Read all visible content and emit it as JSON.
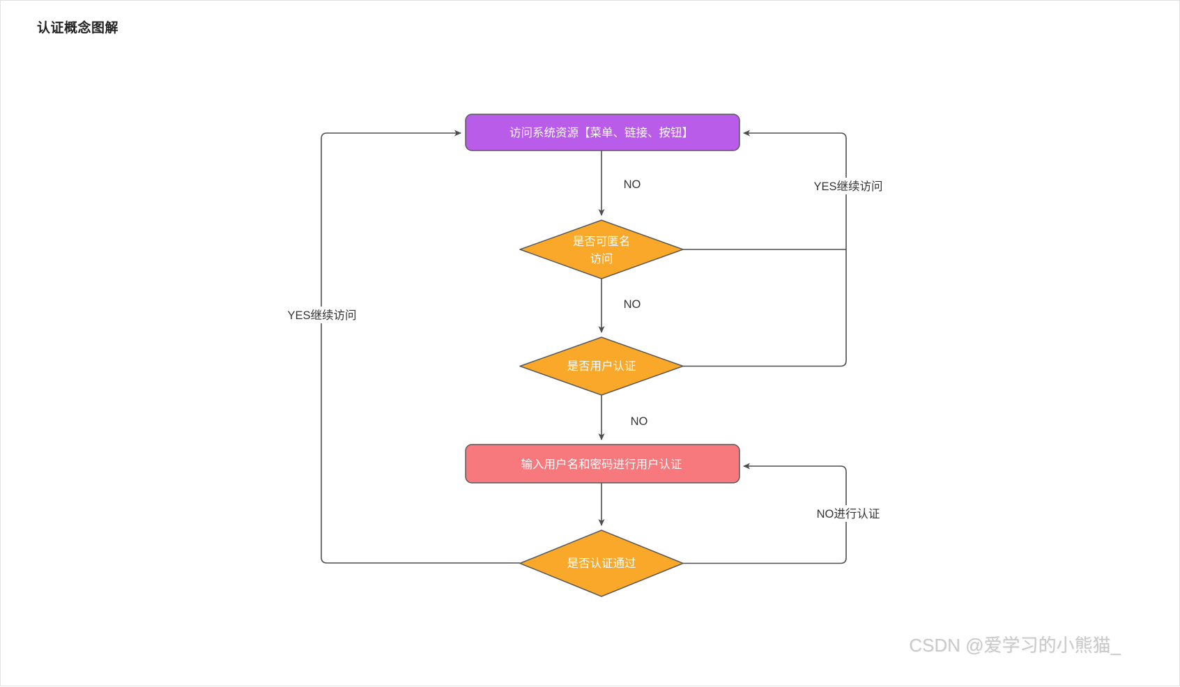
{
  "page": {
    "title": "认证概念图解",
    "watermark": "CSDN @爱学习的小熊猫_"
  },
  "colors": {
    "process_access_fill": "#b95ce9",
    "process_login_fill": "#f8797d",
    "decision_fill": "#f9a829",
    "edge_stroke": "#4d4d4d"
  },
  "nodes": {
    "access": {
      "label": "访问系统资源【菜单、链接、按钮】"
    },
    "anonymous": {
      "line1": "是否可匿名",
      "line2": "访问"
    },
    "user_auth": {
      "label": "是否用户认证"
    },
    "login": {
      "label": "输入用户名和密码进行用户认证"
    },
    "auth_pass": {
      "label": "是否认证通过"
    }
  },
  "edge_labels": {
    "no_1": "NO",
    "no_2": "NO",
    "no_3": "NO",
    "yes_left": "YES继续访问",
    "yes_right": "YES继续访问",
    "no_auth": "NO进行认证"
  }
}
